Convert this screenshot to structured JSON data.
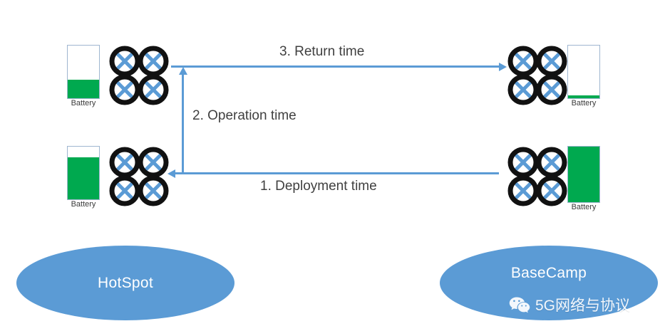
{
  "diagram": {
    "title": "UAV deployment timing diagram",
    "colors": {
      "arrow": "#5b9bd5",
      "ellipse": "#5b9bd5",
      "battery_fill": "#00a94f",
      "battery_border": "#9fb6d0",
      "drone_ring": "#111111",
      "drone_rotor": "#5b9bd5",
      "label_text": "#404040",
      "background": "#ffffff"
    },
    "battery_label": "Battery",
    "nodes": [
      {
        "id": "hotspot",
        "label": "HotSpot"
      },
      {
        "id": "basecamp",
        "label": "BaseCamp"
      }
    ],
    "drones": [
      {
        "id": "drone-top-left",
        "position": "top-left",
        "battery_side": "left",
        "battery_percent": 35,
        "battery_label": "Battery"
      },
      {
        "id": "drone-top-right",
        "position": "top-right",
        "battery_side": "right",
        "battery_percent": 5,
        "battery_label": "Battery"
      },
      {
        "id": "drone-bottom-left",
        "position": "bottom-left",
        "battery_side": "left",
        "battery_percent": 80,
        "battery_label": "Battery"
      },
      {
        "id": "drone-bottom-right",
        "position": "bottom-right",
        "battery_side": "right",
        "battery_percent": 100,
        "battery_label": "Battery"
      }
    ],
    "arrows": [
      {
        "id": "return-time",
        "label": "3. Return time",
        "direction": "right",
        "orientation": "horizontal"
      },
      {
        "id": "operation-time",
        "label": "2. Operation time",
        "direction": "up",
        "orientation": "vertical"
      },
      {
        "id": "deployment-time",
        "label": "1. Deployment time",
        "direction": "left",
        "orientation": "horizontal"
      }
    ],
    "watermark": {
      "icon": "wechat-icon",
      "text": "5G网络与协议"
    }
  }
}
